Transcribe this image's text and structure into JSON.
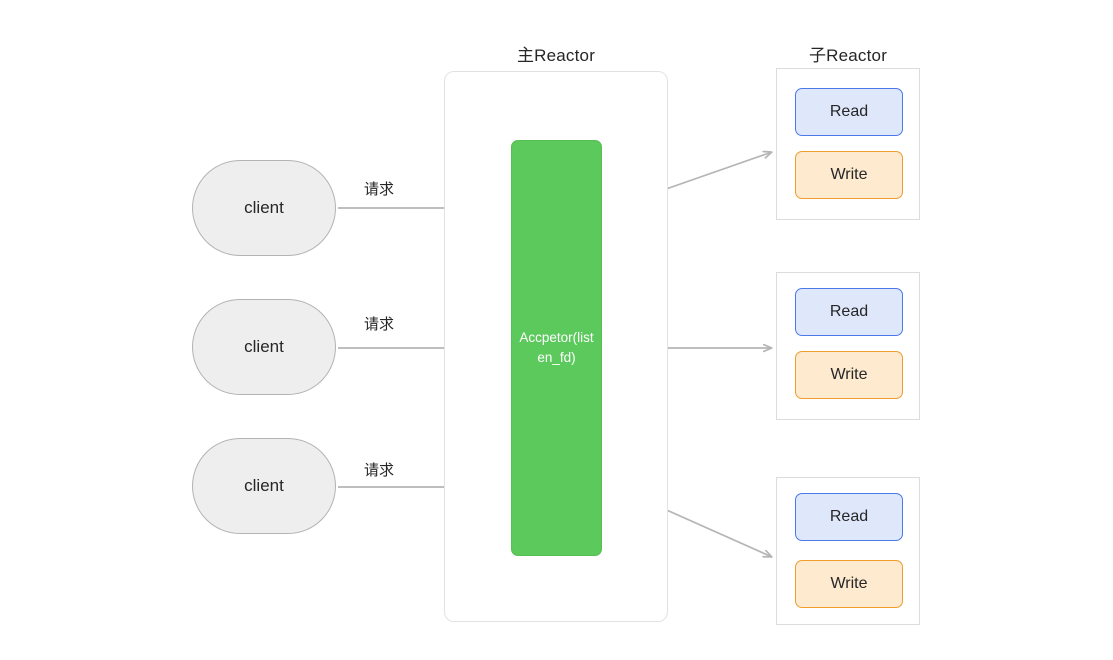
{
  "diagram": {
    "title_main": "主Reactor",
    "title_sub": "子Reactor",
    "acceptor_label": "Accpetor(listen_fd)",
    "colors": {
      "background": "#ffffff",
      "acceptor_fill": "#5cc95c",
      "read_fill": "#dfe7fb",
      "read_border": "#4a79e8",
      "write_fill": "#fdeacf",
      "write_border": "#ef9e2e",
      "client_fill": "#eeeeee",
      "client_border": "#b3b3b3",
      "container_border": "#e2e2e2",
      "arrow": "#b5b5b5",
      "text": "#262626"
    },
    "clients": [
      {
        "label": "client",
        "edge_label": "请求"
      },
      {
        "label": "client",
        "edge_label": "请求"
      },
      {
        "label": "client",
        "edge_label": "请求"
      }
    ],
    "sub_reactors": [
      {
        "read_label": "Read",
        "write_label": "Write"
      },
      {
        "read_label": "Read",
        "write_label": "Write"
      },
      {
        "read_label": "Read",
        "write_label": "Write"
      }
    ]
  }
}
